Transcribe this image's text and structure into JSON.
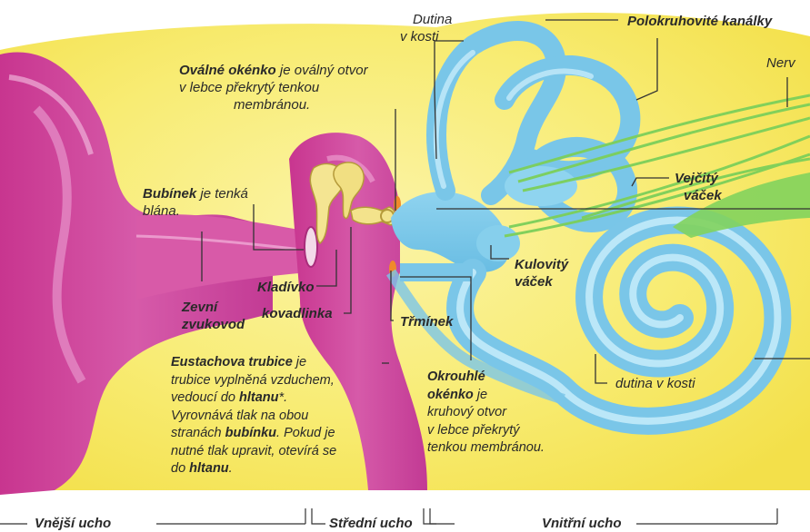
{
  "labels": {
    "oval_window_title": "Oválné okénko",
    "oval_window_desc_1": " je oválný otvor",
    "oval_window_desc_2": "v lebce překrytý tenkou",
    "oval_window_desc_3": "membránou.",
    "bone_cavity_top_1": "Dutina",
    "bone_cavity_top_2": "v kosti",
    "semicircular_canals": "Polokruhovité kanálky",
    "nerve": "Nerv",
    "eardrum_title": "Bubínek",
    "eardrum_desc_1": " je tenká",
    "eardrum_desc_2": "blána.",
    "utricle_1": "Vejčitý",
    "utricle_2": "váček",
    "saccule_1": "Kulovitý",
    "saccule_2": "váček",
    "external_canal_1": "Zevní",
    "external_canal_2": "zvukovod",
    "malleus": "Kladívko",
    "incus": "kovadlinka",
    "stapes": "Třmínek",
    "eustachian_title": "Eustachova trubice",
    "eustachian_desc_1": " je",
    "eustachian_desc_2": "trubice vyplněná vzduchem,",
    "eustachian_desc_3a": "vedoucí do ",
    "eustachian_desc_3b": "hltanu",
    "eustachian_desc_3c": "*.",
    "eustachian_desc_4": "Vyrovnává tlak na obou",
    "eustachian_desc_5a": "stranách ",
    "eustachian_desc_5b": "bubínku",
    "eustachian_desc_5c": ". Pokud je",
    "eustachian_desc_6": "nutné tlak upravit, otevírá se",
    "eustachian_desc_7a": "do ",
    "eustachian_desc_7b": "hltanu",
    "eustachian_desc_7c": ".",
    "round_window_title_1": "Okrouhlé",
    "round_window_title_2": "okénko",
    "round_window_desc_1": " je",
    "round_window_desc_2": "kruhový otvor",
    "round_window_desc_3": "v lebce překrytý",
    "round_window_desc_4": "tenkou membránou.",
    "bone_cavity_bottom": "dutina v kosti"
  },
  "sections": {
    "outer_ear": "Vnější ucho",
    "middle_ear": "Střední ucho",
    "inner_ear": "Vnitřní ucho"
  },
  "colors": {
    "skin_yellow": "#f7ea6a",
    "ear_magenta": "#cf3f9c",
    "ear_pink_light": "#e58cc7",
    "labyrinth_blue": "#7cc8e8",
    "labyrinth_light": "#bfe6f6",
    "nerve_green": "#7ccf5a",
    "ossicle_yellow": "#f2e08a",
    "leader_line": "#333333"
  }
}
